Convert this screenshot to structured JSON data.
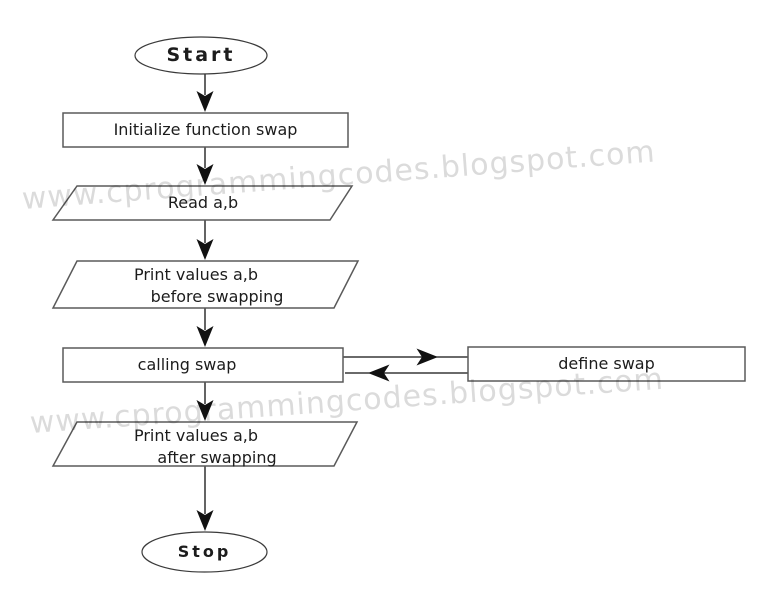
{
  "watermark": {
    "text": "www.cprogrammingcodes.blogspot.com",
    "color": "#dbdbdb"
  },
  "colors": {
    "background": "#ffffff",
    "shape_fill": "#ffffff",
    "shape_stroke": "#5a5a5a",
    "terminator_stroke": "#3a3a3a",
    "arrow_line": "#111111",
    "text": "#1c1c1c"
  },
  "flowchart": {
    "nodes": [
      {
        "id": "start",
        "type": "terminator",
        "label": "Start"
      },
      {
        "id": "initialize",
        "type": "process",
        "label": "Initialize function swap"
      },
      {
        "id": "read",
        "type": "input-output",
        "label": "Read a,b"
      },
      {
        "id": "print-before",
        "type": "input-output",
        "line1": "Print values a,b",
        "line2": "before swapping"
      },
      {
        "id": "calling-swap",
        "type": "process",
        "label": "calling swap"
      },
      {
        "id": "define-swap",
        "type": "process",
        "label": "define swap"
      },
      {
        "id": "print-after",
        "type": "input-output",
        "line1": "Print values a,b",
        "line2": "after swapping"
      },
      {
        "id": "stop",
        "type": "terminator",
        "label": "Stop"
      }
    ],
    "edges": [
      {
        "from": "start",
        "to": "initialize"
      },
      {
        "from": "initialize",
        "to": "read"
      },
      {
        "from": "read",
        "to": "print-before"
      },
      {
        "from": "print-before",
        "to": "calling-swap"
      },
      {
        "from": "calling-swap",
        "to": "define-swap"
      },
      {
        "from": "define-swap",
        "to": "calling-swap"
      },
      {
        "from": "calling-swap",
        "to": "print-after"
      },
      {
        "from": "print-after",
        "to": "stop"
      }
    ]
  }
}
